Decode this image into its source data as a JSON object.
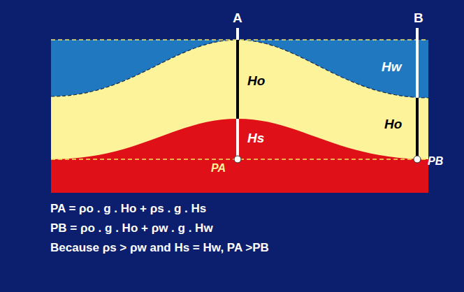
{
  "diagram": {
    "labels": [
      "A",
      "B",
      "Ho",
      "Hw",
      "Ho",
      "Hs",
      "PA",
      "PB",
      "PA = ρo . g . Ho + ρs . g . Hs",
      "PB = ρo . g . Ho + ρw . g . Hw",
      "Because ρs > ρw  and Hs = Hw, PA >PB"
    ]
  }
}
